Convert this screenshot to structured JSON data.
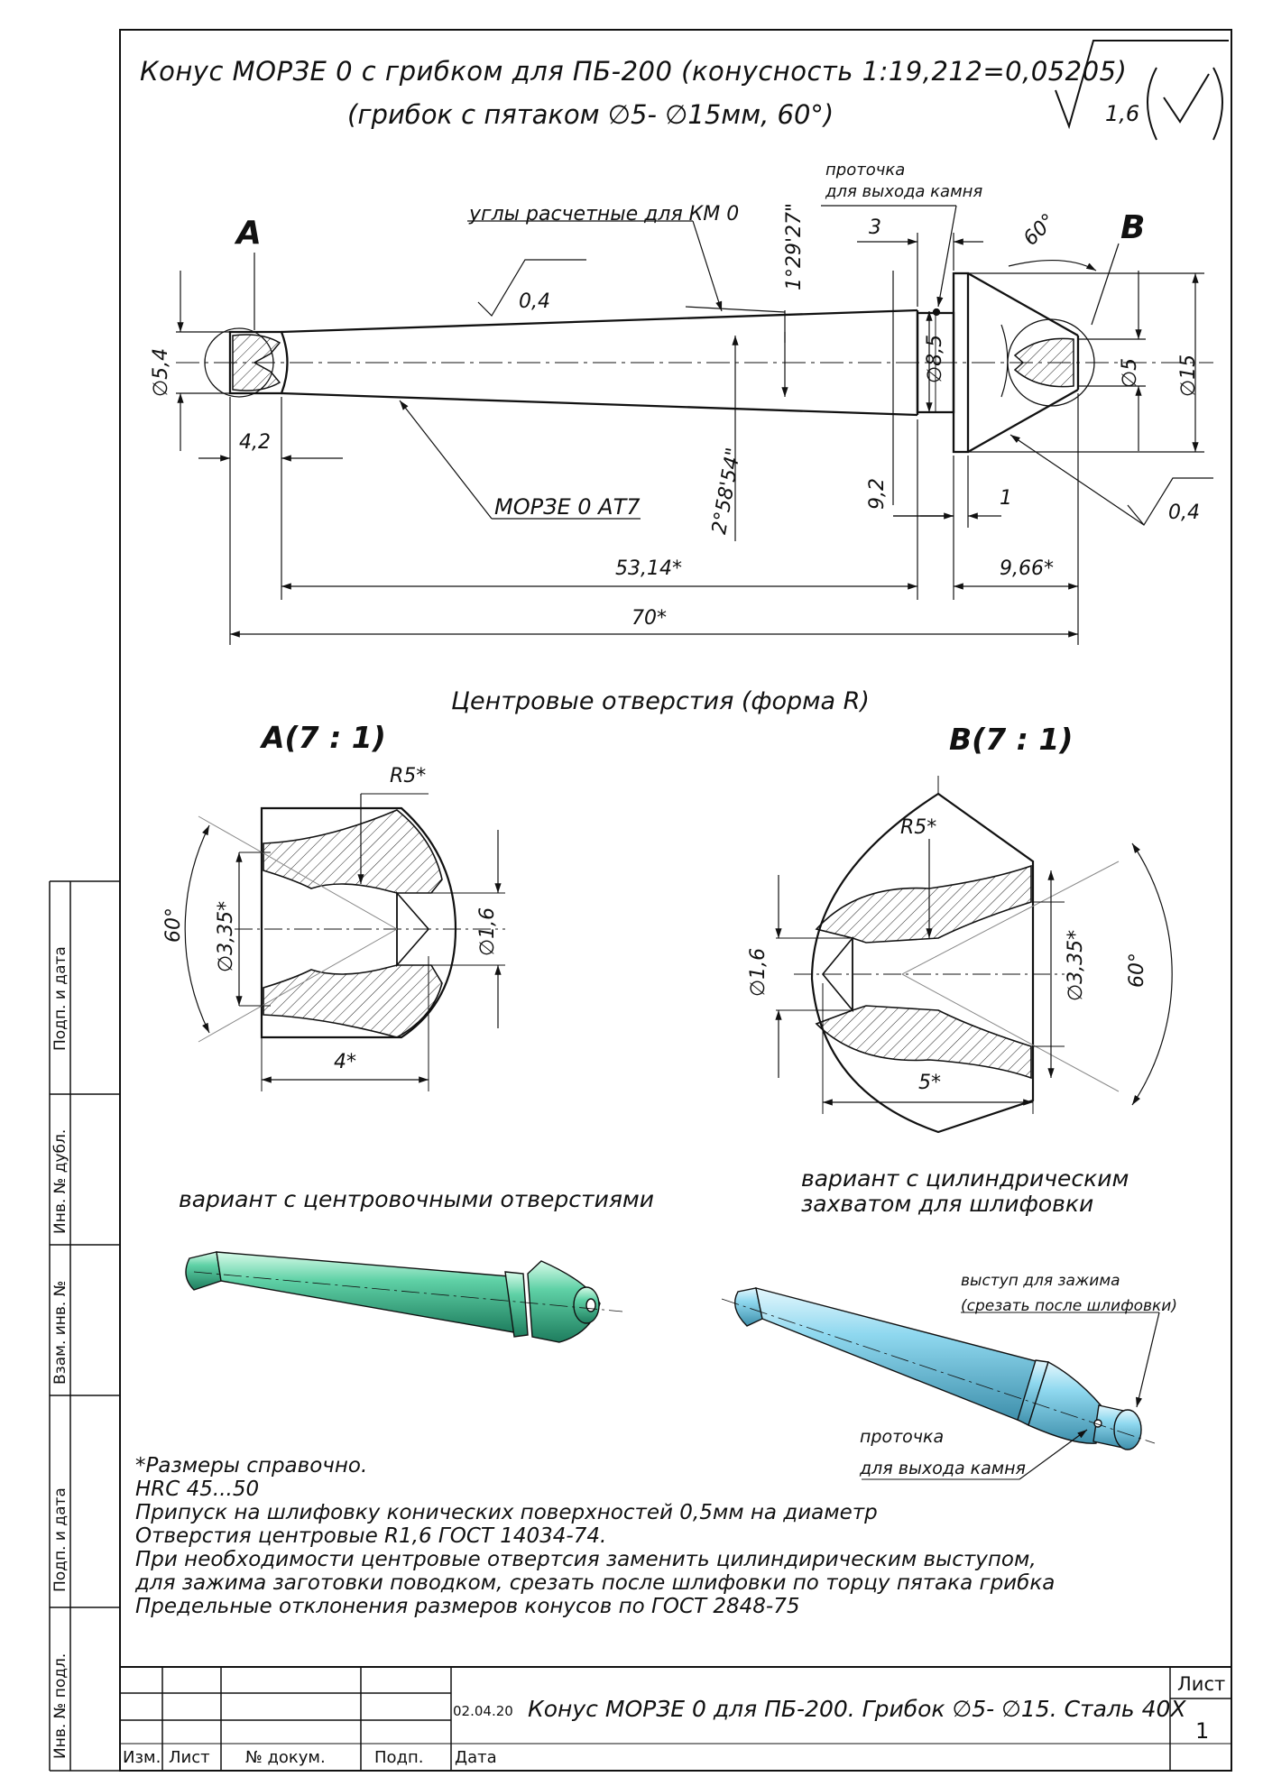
{
  "title": {
    "line1": "Конус МОРЗЕ 0  с грибком для ПБ-200 (конусность 1:19,212=0,05205)",
    "line2": "(грибок с пятаком ∅5- ∅15мм, 60°)"
  },
  "roughness": {
    "general": "1,6",
    "local": "0,4"
  },
  "main_view": {
    "label_a": "A",
    "label_b": "B",
    "note_angles": "углы расчетные для КМ 0",
    "note_groove": [
      "проточка",
      "для выхода камня"
    ],
    "taper_note": "МОРЗЕ 0 АТ7",
    "dims": {
      "d54": "∅5,4",
      "len42": "4,2",
      "r04": "0,4",
      "ang1": "1°29'27\"",
      "ang2": "2°58'54\"",
      "d85": "∅8,5",
      "l3": "3",
      "a60": "60°",
      "d5": "∅5",
      "d15": "∅15",
      "l92": "9,2",
      "l1": "1",
      "r04b": "0,4",
      "l5314": "53,14*",
      "l966": "9,66*",
      "l70": "70*"
    }
  },
  "centers": {
    "heading": "Центровые отверстия (форма R)",
    "view_a": {
      "title": "A(7 : 1)",
      "r": "R5*",
      "angle": "60°",
      "d335": "∅3,35*",
      "d16": "∅1,6",
      "len": "4*"
    },
    "view_b": {
      "title": "B(7 : 1)",
      "r": "R5*",
      "angle": "60°",
      "d335": "∅3,35*",
      "d16": "∅1,6",
      "len": "5*"
    }
  },
  "variants": {
    "left": "вариант с центровочными отверстиями",
    "right": [
      "вариант с цилиндрическим",
      "захватом для шлифовки"
    ],
    "clamp": [
      "выступ для зажима",
      "(срезать после шлифовки)"
    ],
    "groove": [
      "проточка",
      "для выхода камня"
    ],
    "colors": {
      "left_fill": "#5fd1a6",
      "right_fill": "#8fd8ef"
    }
  },
  "notes": [
    "*Размеры справочно.",
    "HRC 45...50",
    "Припуск на шлифовку конических поверхностей 0,5мм на диаметр",
    "Отверстия центровые R1,6 ГОСТ 14034-74.",
    "При необходимости центровые отвертсия заменить цилиндирическим выступом,",
    "для зажима заготовки поводком, срезать после шлифовки по торцу пятака грибка",
    "Предельные отклонения размеров конусов по ГОСТ 2848-75"
  ],
  "side_columns": [
    "Подп. и дата",
    "Инв. № дубл.",
    "Взам. инв. №",
    "Подп. и дата",
    "Инв. № подл."
  ],
  "title_block": {
    "cols": [
      "Изм.",
      "Лист",
      "№ докум.",
      "Подп.",
      "Дата"
    ],
    "date": "02.04.20",
    "name": "Конус МОРЗЕ 0 для ПБ-200. Грибок  ∅5- ∅15. Сталь 40Х",
    "sheet_label": "Лист",
    "sheet_no": "1"
  }
}
